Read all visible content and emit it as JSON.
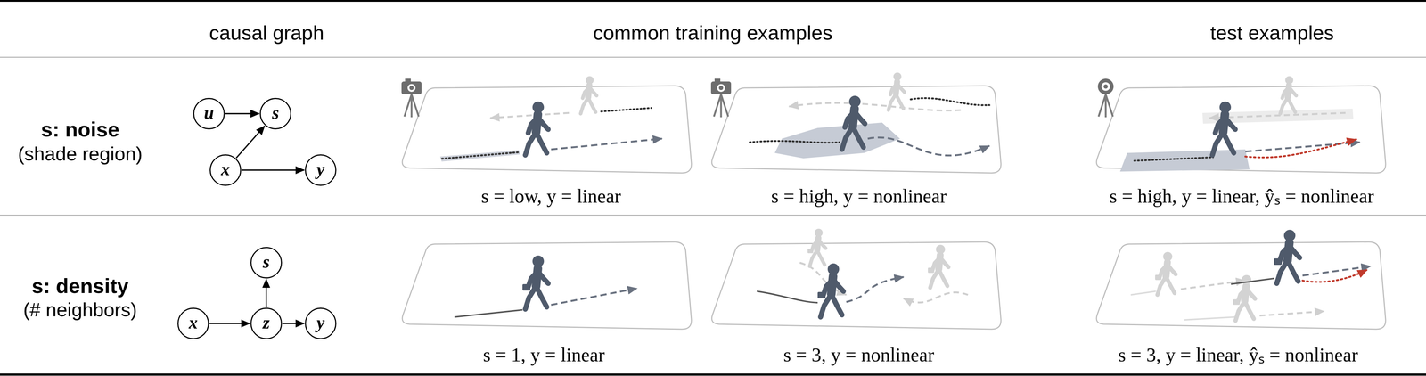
{
  "diagram": {
    "nodes": [
      {
        "text": [
          "u"
        ]
      },
      {
        "text": [
          "s"
        ]
      },
      {
        "text": [
          "x"
        ]
      },
      {
        "text": [
          "y"
        ]
      },
      {
        "text": [
          "x"
        ]
      },
      {
        "text": [
          "z"
        ]
      },
      {
        "text": [
          "s"
        ]
      },
      {
        "text": [
          "y"
        ]
      }
    ],
    "edges": [
      {
        "from": 0,
        "to": 1,
        "arrow": "to"
      },
      {
        "from": 2,
        "to": 1,
        "arrow": "to"
      },
      {
        "from": 2,
        "to": 3,
        "arrow": "to"
      },
      {
        "from": 4,
        "to": 5,
        "arrow": "to"
      },
      {
        "from": 5,
        "to": 6,
        "arrow": "to"
      },
      {
        "from": 5,
        "to": 7,
        "arrow": "to"
      }
    ],
    "labels": [
      "causal graph",
      "common training examples",
      "test examples",
      "s: noise",
      "(shade region)",
      "s = low, y = linear",
      "s = high, y = nonlinear",
      "s = high, y = linear, ŷₛ = nonlinear",
      "s: density",
      "(# neighbors)",
      "s = 1, y = linear",
      "s = 3, y = nonlinear",
      "s = 3, y = linear, ŷₛ = nonlinear"
    ]
  }
}
